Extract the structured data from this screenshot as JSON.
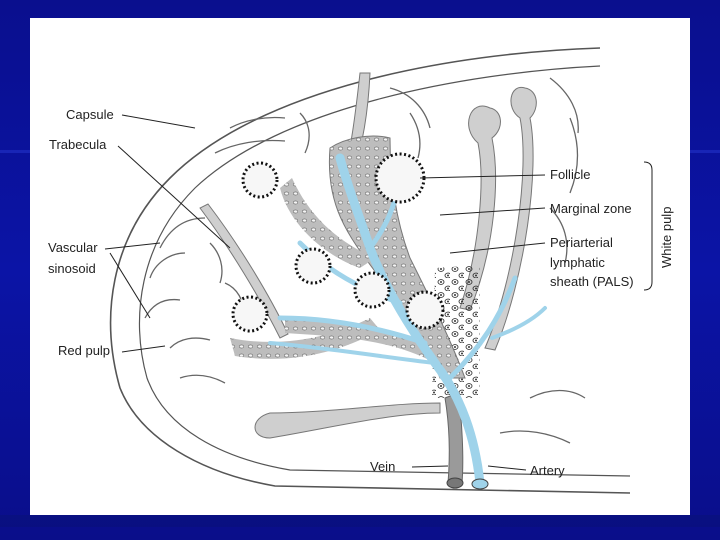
{
  "figure": {
    "labels": {
      "capsule": "Capsule",
      "trabecula": "Trabecula",
      "vascular_line1": "Vascular",
      "vascular_line2": "sinosoid",
      "red_pulp": "Red pulp",
      "follicle": "Follicle",
      "marginal_zone": "Marginal zone",
      "pals_line1": "Periarterial",
      "pals_line2": "lymphatic",
      "pals_line3": "sheath (PALS)",
      "white_pulp": "White pulp",
      "vein": "Vein",
      "artery": "Artery"
    },
    "colors": {
      "artery": "#9fd3ea",
      "vein": "#9a9a9a",
      "pals": "#a9a9a9",
      "outline": "#333333",
      "background": "#ffffff",
      "slide_bg": "#0b14a6"
    }
  }
}
